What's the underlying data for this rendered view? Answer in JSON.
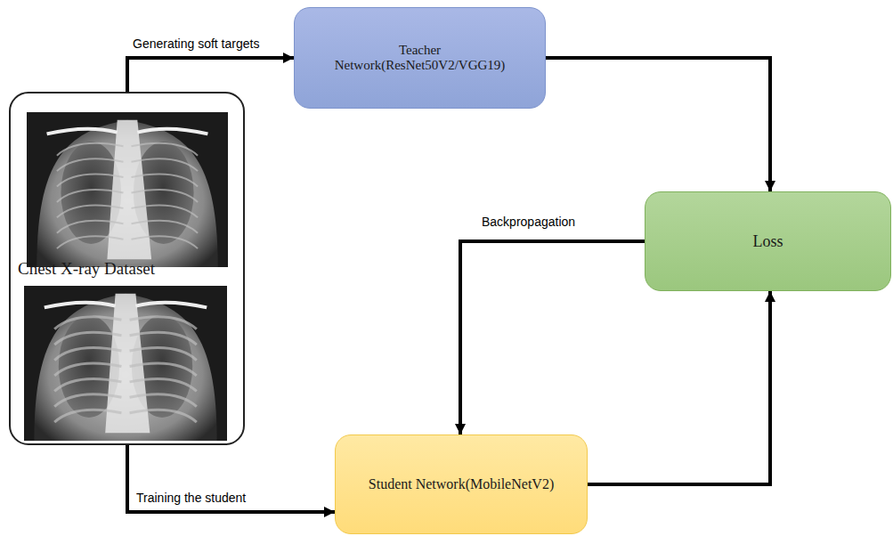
{
  "diagram": {
    "nodes": [
      {
        "text": [
          "Chest X-ray Dataset"
        ]
      },
      {
        "text": [
          "Teacher Network(ResNet50V2/VGG19)"
        ]
      },
      {
        "text": [
          "Loss"
        ]
      },
      {
        "text": [
          "Student Network(MobileNetV2)"
        ]
      }
    ],
    "edges": [
      {
        "from": 0,
        "to": 1,
        "label": "Generating soft targets",
        "arrow": "to"
      },
      {
        "from": 1,
        "to": 2,
        "arrow": "to"
      },
      {
        "from": 3,
        "to": 2,
        "arrow": "to"
      },
      {
        "from": 2,
        "to": 3,
        "label": "Backpropagation",
        "arrow": "to"
      },
      {
        "from": 0,
        "to": 3,
        "label": "Training the student",
        "arrow": "to"
      }
    ]
  }
}
